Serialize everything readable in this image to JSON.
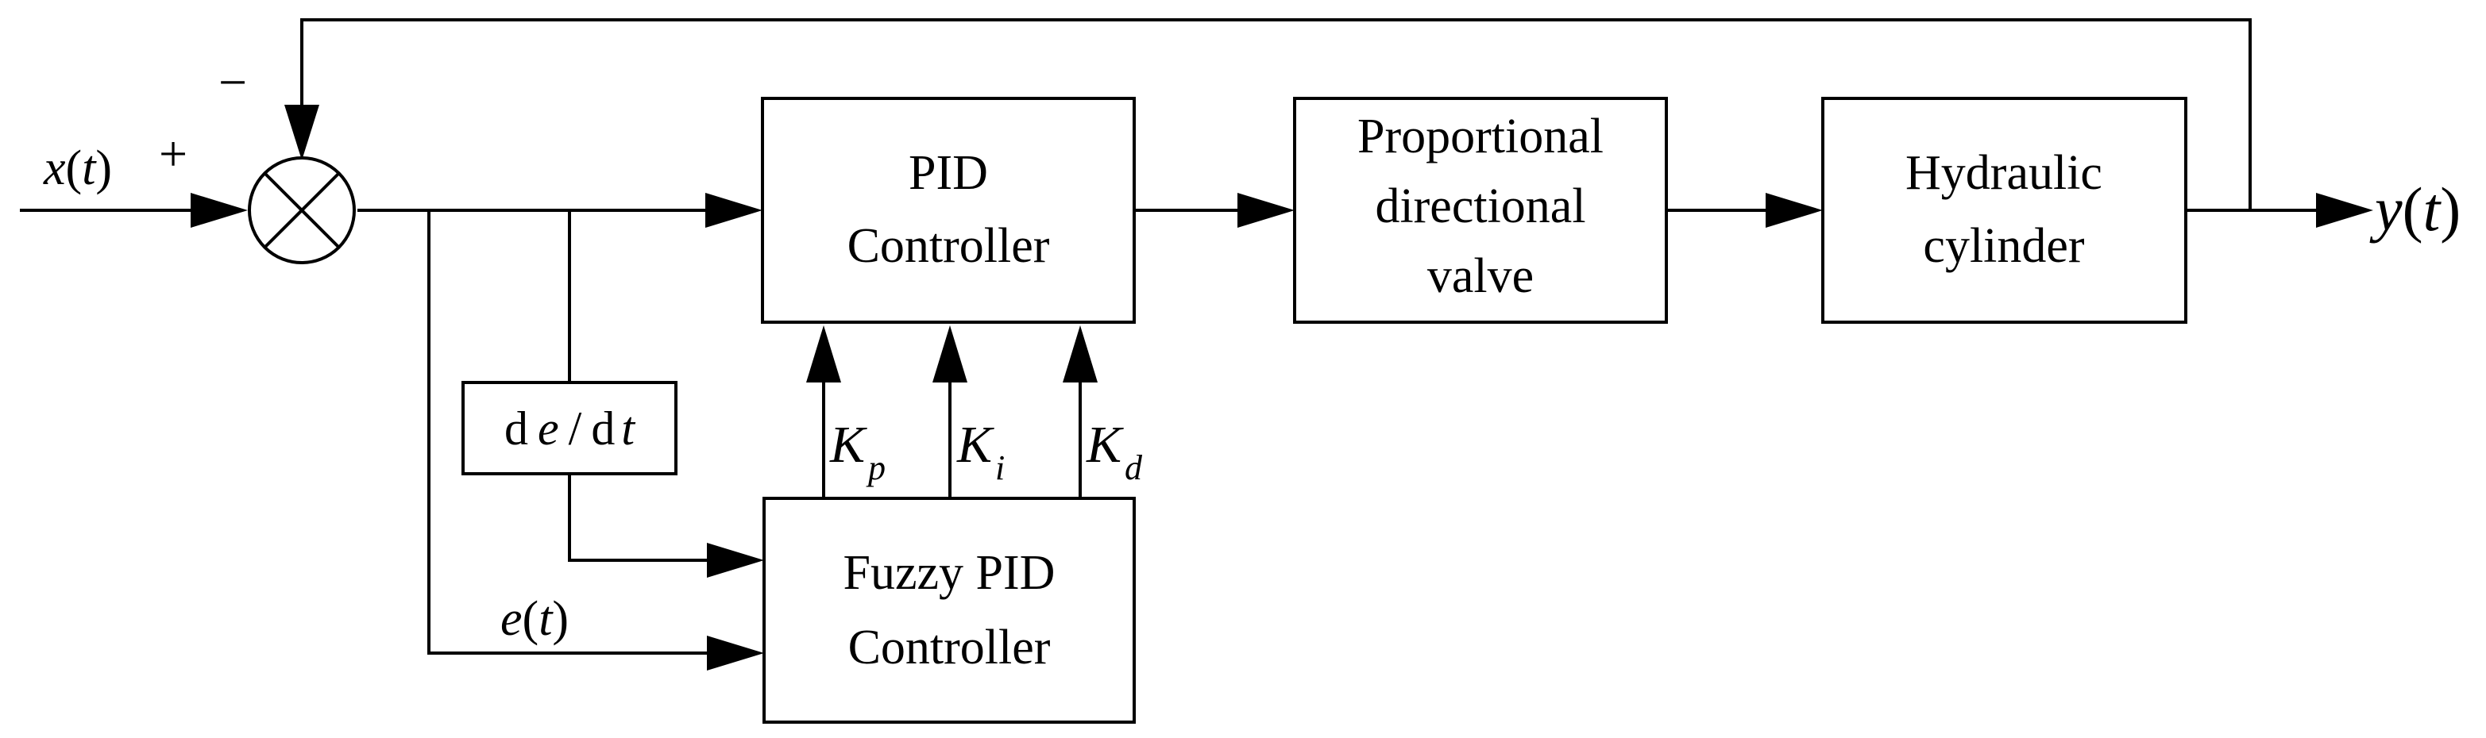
{
  "blocks": {
    "pid": {
      "line1": "PID",
      "line2": "Controller"
    },
    "valve": {
      "line1": "Proportional",
      "line2": "directional",
      "line3": "valve"
    },
    "cylinder": {
      "line1": "Hydraulic",
      "line2": "cylinder"
    },
    "derivative": {
      "d1": "d",
      "e": "e",
      "slash": "/",
      "d2": "d",
      "t": "t"
    },
    "fuzzy": {
      "line1": "Fuzzy PID",
      "line2": "Controller"
    }
  },
  "signals": {
    "input": {
      "name": "x",
      "open": "(",
      "arg": "t",
      "close": ")"
    },
    "output": {
      "name": "y",
      "open": "(",
      "arg": "t",
      "close": ")"
    },
    "error": {
      "name": "e",
      "open": "(",
      "arg": "t",
      "close": ")"
    },
    "plus": "+",
    "minus": "−"
  },
  "gains": {
    "kp": {
      "symbol": "K",
      "sub": "p"
    },
    "ki": {
      "symbol": "K",
      "sub": "i"
    },
    "kd": {
      "symbol": "K",
      "sub": "d"
    }
  }
}
